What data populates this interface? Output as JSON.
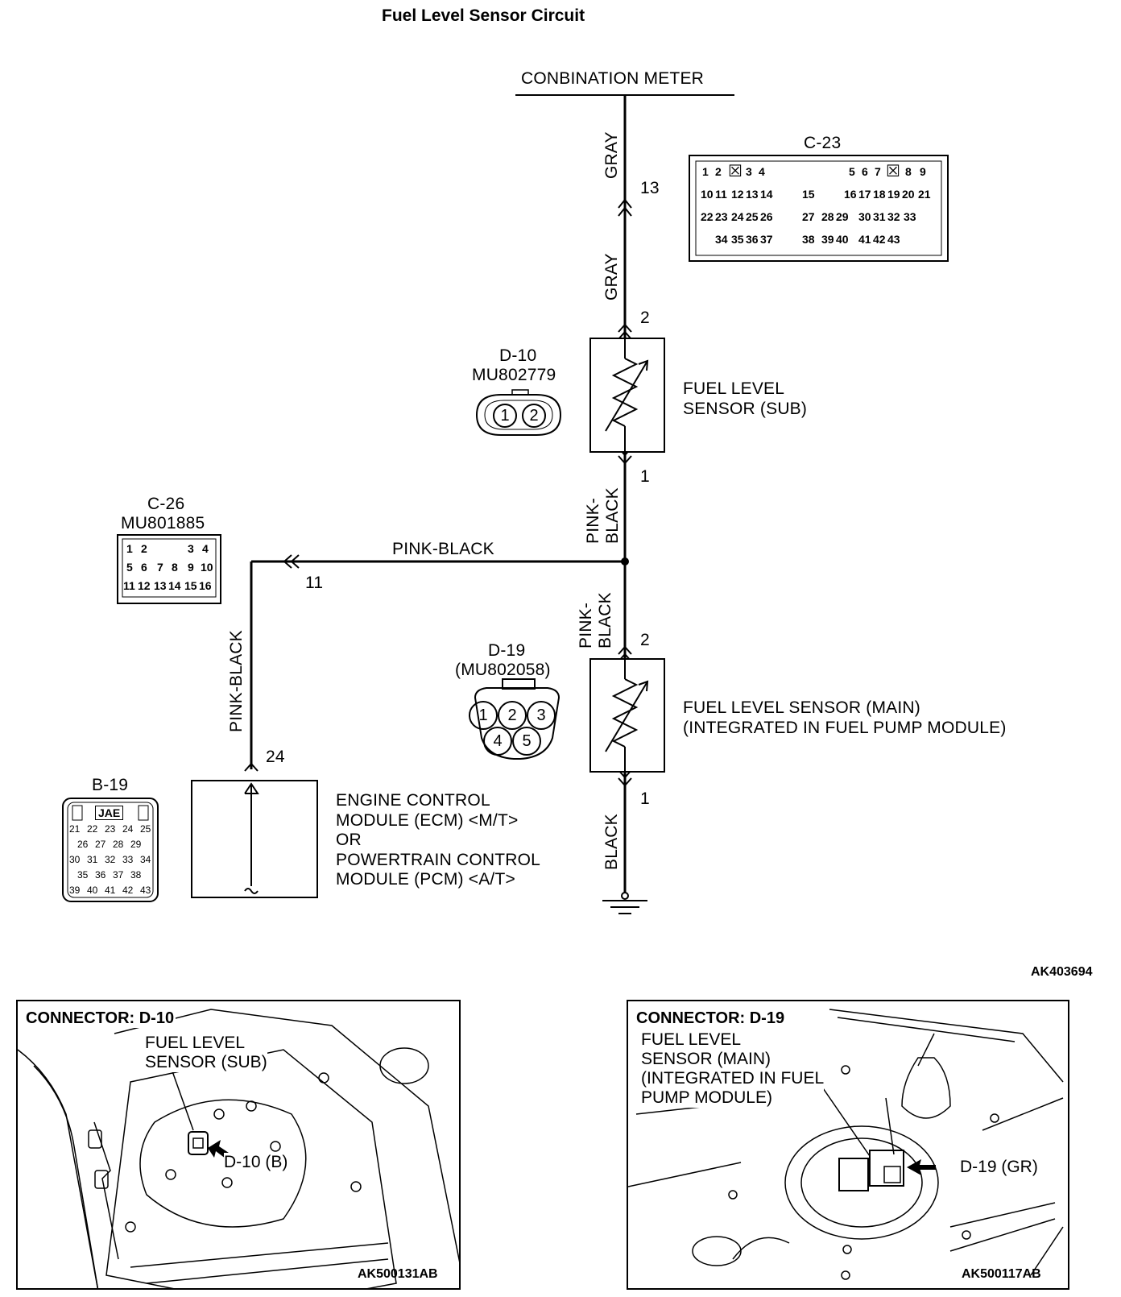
{
  "title": "Fuel Level Sensor Circuit",
  "combination_meter": "CONBINATION METER",
  "connectors": {
    "c23": {
      "name": "C-23"
    },
    "c26": {
      "name": "C-26",
      "part": "MU801885"
    },
    "d10": {
      "name": "D-10",
      "part": "MU802779"
    },
    "d19": {
      "name": "D-19",
      "part": "(MU802058)"
    },
    "b19": {
      "name": "B-19",
      "maker": "JAE"
    }
  },
  "wires": {
    "gray_top": "GRAY",
    "gray_mid": "GRAY",
    "pink_black_vertical": "PINK-\nBLACK",
    "pink_black_vertical_line1": "PINK-",
    "pink_black_vertical_line2": "BLACK",
    "pink_black_horizontal": "PINK-BLACK",
    "pink_black_left": "PINK-BLACK",
    "black": "BLACK"
  },
  "pins": {
    "meter_13": "13",
    "sub_2": "2",
    "sub_1": "1",
    "ecm_11": "11",
    "main_2": "2",
    "main_1": "1",
    "ecm_24": "24"
  },
  "components": {
    "sub_sensor": [
      "FUEL LEVEL",
      "SENSOR (SUB)"
    ],
    "main_sensor": [
      "FUEL LEVEL SENSOR (MAIN)",
      "(INTEGRATED IN FUEL PUMP MODULE)"
    ],
    "ecm": [
      "ENGINE CONTROL",
      "MODULE (ECM) <M/T>",
      "OR",
      "POWERTRAIN CONTROL",
      "MODULE (PCM) <A/T>"
    ]
  },
  "connector_pins": {
    "c23_row1": [
      "1",
      "2",
      "",
      "3",
      "4",
      "5",
      "6",
      "",
      "8",
      "9"
    ],
    "c23_row1_cross": "7",
    "c23_row2": [
      "10",
      "11",
      "12",
      "13",
      "14",
      "15",
      "16",
      "17",
      "18",
      "19",
      "20",
      "21"
    ],
    "c23_row3": [
      "22",
      "23",
      "24",
      "25",
      "26",
      "27",
      "28",
      "29",
      "30",
      "31",
      "32",
      "33"
    ],
    "c23_row4": [
      "34",
      "35",
      "36",
      "37",
      "38",
      "39",
      "40",
      "41",
      "42",
      "43"
    ],
    "c26_row1": [
      "1",
      "2",
      "3",
      "4"
    ],
    "c26_row2": [
      "5",
      "6",
      "7",
      "8",
      "9",
      "10"
    ],
    "c26_row3": [
      "11",
      "12",
      "13",
      "14",
      "15",
      "16"
    ],
    "d10_pins": [
      "1",
      "2"
    ],
    "d19_pins": [
      "1",
      "2",
      "3",
      "4",
      "5"
    ],
    "b19_row1": [
      "21",
      "22",
      "23",
      "24",
      "25"
    ],
    "b19_row2": [
      "26",
      "27",
      "28",
      "29"
    ],
    "b19_row3": [
      "30",
      "31",
      "32",
      "33",
      "34"
    ],
    "b19_row4": [
      "35",
      "36",
      "37",
      "38"
    ],
    "b19_row5": [
      "39",
      "40",
      "41",
      "42",
      "43"
    ]
  },
  "diagram_code": "AK403694",
  "panels": {
    "left": {
      "header": "CONNECTOR: D-10",
      "label_lines": [
        "FUEL LEVEL",
        "SENSOR (SUB)"
      ],
      "callout": "D-10 (B)",
      "code": "AK500131AB"
    },
    "right": {
      "header": "CONNECTOR: D-19",
      "label_lines": [
        "FUEL LEVEL",
        "SENSOR (MAIN)",
        "(INTEGRATED IN FUEL",
        "PUMP MODULE)"
      ],
      "callout": "D-19 (GR)",
      "code": "AK500117AB"
    }
  }
}
